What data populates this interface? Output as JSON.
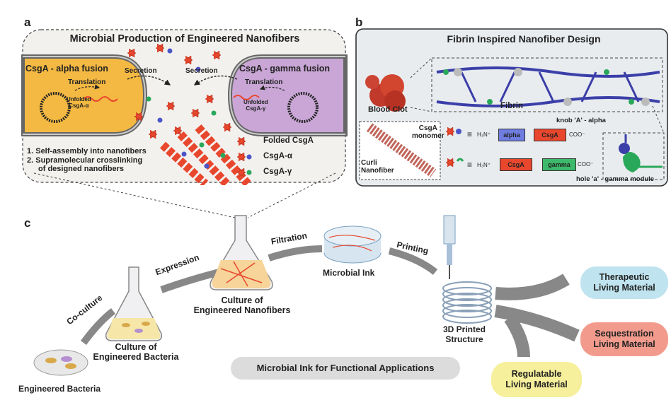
{
  "panel_a": {
    "letter": "a",
    "title": "Microbial Production of Engineered Nanofibers",
    "left_cell_label": "CsgA - alpha fusion",
    "right_cell_label": "CsgA - gamma fusion",
    "translation_left": "Translation",
    "translation_right": "Translation",
    "unfolded_left_1": "Unfolded",
    "unfolded_left_2": "CsgA-α",
    "unfolded_right_1": "Unfolded",
    "unfolded_right_2": "CsgA-γ",
    "secretion_left": "Secretion",
    "secretion_right": "Secretion",
    "step1": "1.  Self-assembly into nanofibers",
    "step2a": "2.  Supramolecular crosslinking",
    "step2b": "of designed nanofibers",
    "legend_folded": "Folded CsgA",
    "legend_alpha": "CsgA-α",
    "legend_gamma": "CsgA-γ"
  },
  "panel_b": {
    "letter": "b",
    "title": "Fibrin Inspired Nanofiber Design",
    "blood_clot": "Blood Clot",
    "fibrin": "Fibrin",
    "csga_monomer_1": "CsgA",
    "csga_monomer_2": "monomer",
    "curli_1": "Curli",
    "curli_2": "Nanofiber",
    "h3n": "H₃N⁺",
    "coo": "COO⁻",
    "equiv": "≡",
    "alpha": "alpha",
    "csga": "CsgA",
    "gamma": "gamma",
    "knob": "knob 'A' - alpha",
    "hole": "hole 'a' - gamma module"
  },
  "panel_c": {
    "letter": "c",
    "engineered_bacteria": "Engineered Bacteria",
    "coculture": "Co-culture",
    "culture_bacteria_1": "Culture of",
    "culture_bacteria_2": "Engineered Bacteria",
    "expression": "Expression",
    "culture_nanofibers_1": "Culture of",
    "culture_nanofibers_2": "Engineered Nanofibers",
    "filtration": "Filtration",
    "microbial_ink": "Microbial Ink",
    "printing": "Printing",
    "printed_1": "3D Printed",
    "printed_2": "Structure",
    "applications": "Microbial Ink for Functional Applications",
    "therapeutic_1": "Therapeutic",
    "therapeutic_2": "Living Material",
    "sequestration_1": "Sequestration",
    "sequestration_2": "Living Material",
    "regulatable_1": "Regulatable",
    "regulatable_2": "Living Material"
  },
  "colors": {
    "alpha_cell": "#f4b942",
    "gamma_cell": "#c9a6d6",
    "csga_red": "#e8472e",
    "alpha_blue": "#4b55c8",
    "gamma_green": "#2aa85a",
    "therapeutic": "#bfe3ef",
    "sequestration": "#f29b8d",
    "regulatable": "#f6ef9b"
  }
}
